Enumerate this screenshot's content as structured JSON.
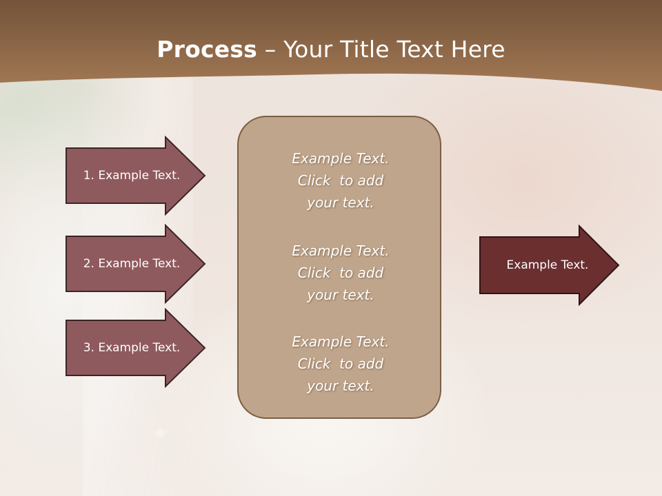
{
  "colors": {
    "header_brown": "#8a6343",
    "arrow_fill": "#8f5a5e",
    "center_box_fill": "#bfa58b",
    "output_arrow_fill": "#6b2f30"
  },
  "header": {
    "title_bold": "Process",
    "title_rest": " – Your Title Text Here"
  },
  "steps": [
    {
      "label": "1. Example Text."
    },
    {
      "label": "2. Example Text."
    },
    {
      "label": "3. Example Text."
    }
  ],
  "center_box": {
    "paragraphs": [
      {
        "line1": "Example Text.",
        "line2": "Click  to add",
        "line3": "your text."
      },
      {
        "line1": "Example Text.",
        "line2": "Click  to add",
        "line3": "your text."
      },
      {
        "line1": "Example Text.",
        "line2": "Click  to add",
        "line3": "your text."
      }
    ]
  },
  "output": {
    "label": "Example Text."
  }
}
